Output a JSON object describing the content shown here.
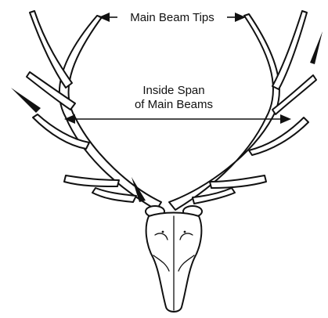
{
  "labels": {
    "main_beam_tips": "Main Beam Tips",
    "inside_span_line1": "Inside Span",
    "inside_span_line2": "of Main Beams"
  },
  "colors": {
    "ink": "#111111",
    "background": "#ffffff"
  }
}
